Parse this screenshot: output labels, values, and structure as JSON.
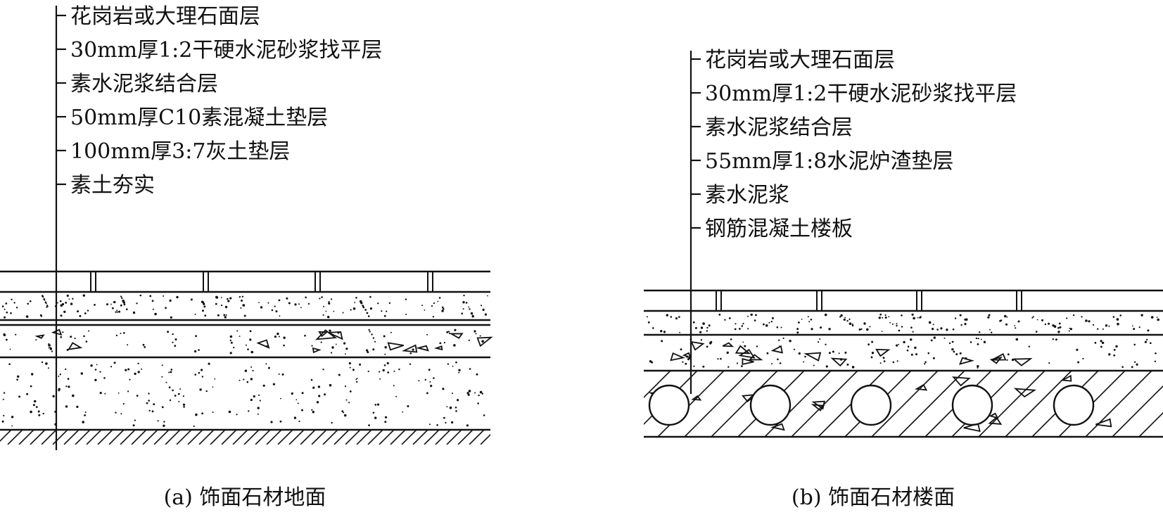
{
  "diagrams": [
    {
      "id": "a",
      "caption": "(a) 饰面石材地面",
      "layers": [
        "花岗岩或大理石面层",
        "30mm厚1:2干硬水泥砂浆找平层",
        "素水泥浆结合层",
        "50mm厚C10素混凝土垫层",
        "100mm厚3:7灰土垫层",
        "素土夯实"
      ]
    },
    {
      "id": "b",
      "caption": "(b) 饰面石材楼面",
      "layers": [
        "花岗岩或大理石面层",
        "30mm厚1:2干硬水泥砂浆找平层",
        "素水泥浆结合层",
        "55mm厚1:8水泥炉渣垫层",
        "素水泥浆",
        "钢筋混凝土楼板"
      ]
    }
  ],
  "colors": {
    "line": "#111111",
    "background": "#ffffff"
  }
}
